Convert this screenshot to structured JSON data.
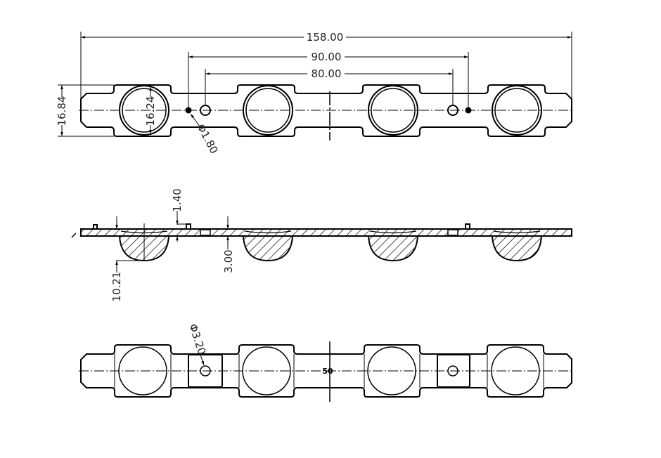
{
  "drawing": {
    "top_view": {
      "dim_overall_length": "158.00",
      "dim_outer_holes": "90.00",
      "dim_inner_holes": "80.00",
      "dim_pad_width": "16.84",
      "dim_lens_diameter": "16.24",
      "dim_small_hole": "Φ1.80"
    },
    "side_view": {
      "dim_pin_height": "1.40",
      "dim_plate_thickness": "3.00",
      "dim_dome_depth": "10.21"
    },
    "bottom_view": {
      "dim_hole": "Φ3.20",
      "center_mark": "50"
    }
  }
}
